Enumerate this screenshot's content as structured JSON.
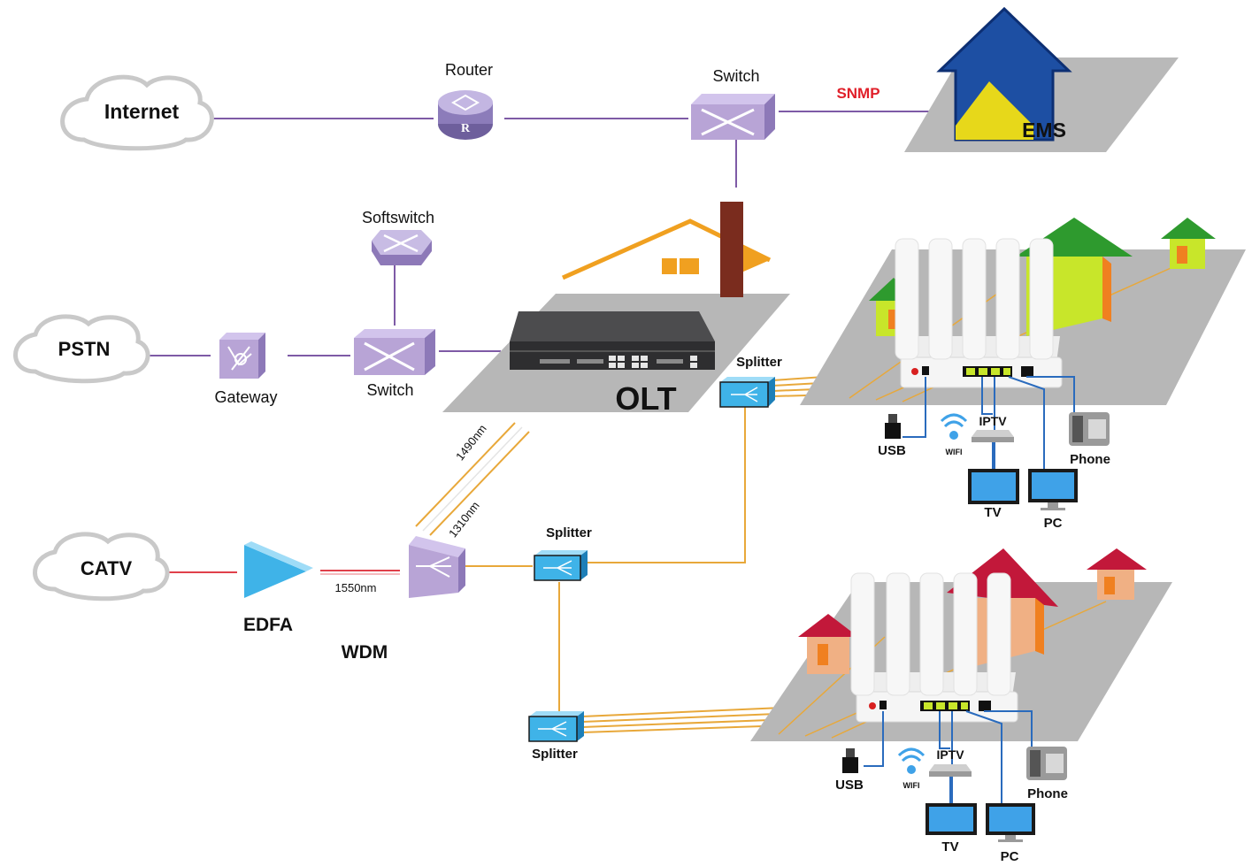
{
  "labels": {
    "internet": "Internet",
    "router": "Router",
    "router_mark": "R",
    "switch_top": "Switch",
    "snmp": "SNMP",
    "ems": "EMS",
    "softswitch": "Softswitch",
    "pstn": "PSTN",
    "gateway": "Gateway",
    "switch_mid": "Switch",
    "olt": "OLT",
    "splitter_olt": "Splitter",
    "wl_1490": "1490nm",
    "wl_1310": "1310nm",
    "wl_1550": "1550nm",
    "catv": "CATV",
    "edfa": "EDFA",
    "wdm": "WDM",
    "splitter_mid": "Splitter",
    "splitter_low": "Splitter"
  },
  "homes": [
    {
      "usb": "USB",
      "wifi": "WIFI",
      "iptv": "IPTV",
      "phone": "Phone",
      "tv": "TV",
      "pc": "PC"
    },
    {
      "usb": "USB",
      "wifi": "WIFI",
      "iptv": "IPTV",
      "phone": "Phone",
      "tv": "TV",
      "pc": "PC"
    }
  ],
  "colors": {
    "link_purple": "#7e5aa6",
    "fiber_orange": "#e8a83a",
    "catv_red": "#e0404a",
    "device_violet": "#b8a4d6",
    "splitter_blue": "#3fb3e8",
    "snmp_red": "#e0202a",
    "ems_blue": "#1d4fa3",
    "ems_yellow": "#e7d81a"
  }
}
